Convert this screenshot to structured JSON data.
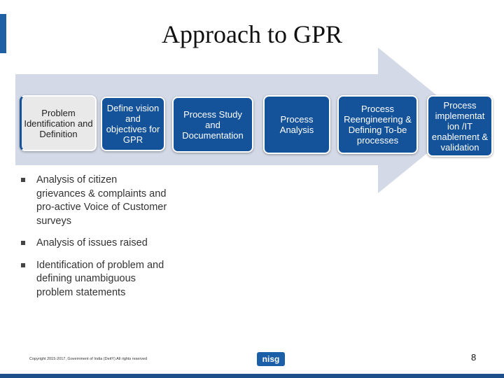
{
  "title": "Approach to GPR",
  "steps": [
    "Problem Identification and Definition",
    "Define vision and objectives for GPR",
    "Process Study and Documentation",
    "Process Analysis",
    "Process Reengineering & Defining To-be processes",
    "Process implementat ion /IT enablement & validation"
  ],
  "bullets": [
    "Analysis of citizen grievances & complaints and pro-active Voice of Customer surveys",
    "Analysis of issues raised",
    "Identification of problem and defining unambiguous problem statements"
  ],
  "footer": {
    "copyright": "Copyright 2015-2017, Government of India (DeitY) All rights reserved",
    "logo_text": "nisg",
    "page_number": "8"
  },
  "colors": {
    "step_fill": "#14529a",
    "arrow_fill": "#d3d9e6",
    "accent": "#1f5fa3"
  }
}
